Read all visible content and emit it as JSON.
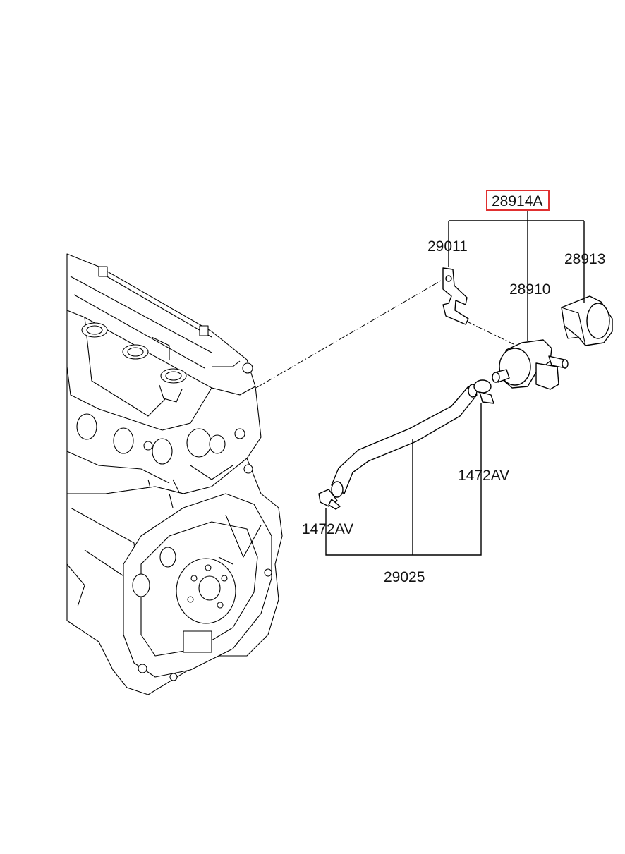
{
  "labels": {
    "assembly": "28914A",
    "bracket": "29011",
    "valve": "28910",
    "clip": "28913",
    "clamp_right": "1472AV",
    "clamp_left": "1472AV",
    "hose": "29025"
  },
  "highlight_color": "#e03030"
}
